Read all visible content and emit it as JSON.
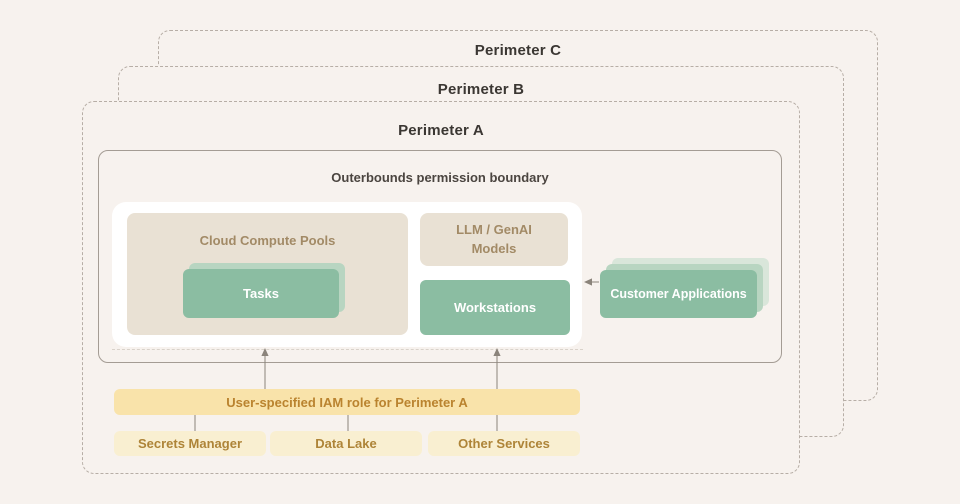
{
  "diagram": {
    "perimeters": [
      {
        "label": "Perimeter C"
      },
      {
        "label": "Perimeter B"
      },
      {
        "label": "Perimeter A"
      }
    ],
    "boundary": {
      "title": "Outerbounds permission boundary"
    },
    "compute": {
      "cloud_pools_label": "Cloud Compute Pools",
      "tasks_label": "Tasks",
      "llm": {
        "lines": [
          "LLM / GenAI",
          "Models"
        ]
      },
      "workstations_label": "Workstations"
    },
    "external": {
      "customer_apps_label": "Customer Applications"
    },
    "iam": {
      "role_label": "User-specified IAM role for Perimeter A"
    },
    "services": [
      {
        "label": "Secrets Manager"
      },
      {
        "label": "Data Lake"
      },
      {
        "label": "Other Services"
      }
    ]
  },
  "colors": {
    "bg": "#f7f2ee",
    "dash": "#b7aea6",
    "solid-border": "#a49c94",
    "ink": "#3b3733",
    "ink-soft": "#4b4540",
    "tan": "#e9e1d4",
    "tan-text": "#a28a66",
    "green": "#8bbda2",
    "green-mid": "#b8d5c1",
    "green-light": "#d9e6da",
    "gold": "#f9e3aa",
    "gold-text": "#ba832f",
    "cream": "#f9efd1",
    "cream-text": "#ae8438",
    "line": "#8b847b",
    "faint-dash": "#d9d2ca"
  }
}
